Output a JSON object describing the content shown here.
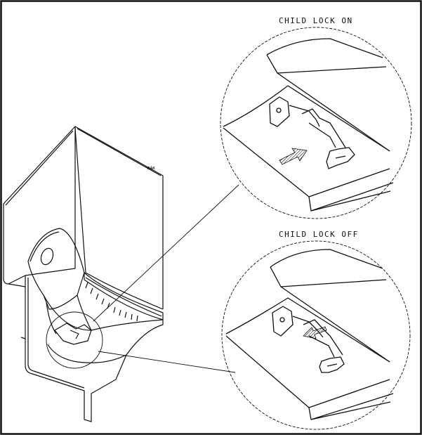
{
  "labels": {
    "child_lock_on": "CHILD LOCK ON",
    "child_lock_off": "CHILD LOCK OFF"
  },
  "brand_mark": "BAK",
  "colors": {
    "line": "#111111",
    "background": "#ffffff"
  }
}
